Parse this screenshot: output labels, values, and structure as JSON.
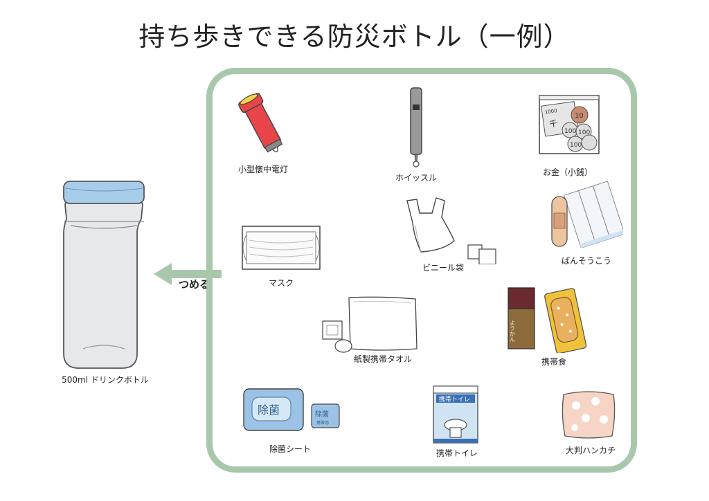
{
  "title": "持ち歩きできる防災ボトル（一例）",
  "bottle": {
    "label": "500ml ドリンクボトル"
  },
  "arrow": {
    "label": "つめる"
  },
  "items": {
    "flashlight": "小型懐中電灯",
    "whistle": "ホイッスル",
    "money": "お金（小銭）",
    "mask": "マスク",
    "plastic_bag": "ビニール袋",
    "bandage": "ばんそうこう",
    "towel": "紙製携帯タオル",
    "food": "携帯食",
    "wipes": "除菌シート",
    "toilet": "携帯トイレ",
    "handkerchief": "大判ハンカチ"
  },
  "icon_text": {
    "wipes_big": "除菌",
    "wipes_small": "除菌",
    "wipes_small_sub": "携帯用",
    "toilet_pack": "携帯トイレ",
    "yokan": "ようかん",
    "bill_amount": "1000",
    "bill_char": "千",
    "coin_10": "10",
    "coin_100": "100"
  },
  "colors": {
    "frame": "#a9c8ab",
    "arrow": "#a9c8ab",
    "bottle_cap": "#a7cdea",
    "bottle_body": "#e7e8ec",
    "flashlight": "#e8454a",
    "wipes": "#9cc3e6"
  }
}
